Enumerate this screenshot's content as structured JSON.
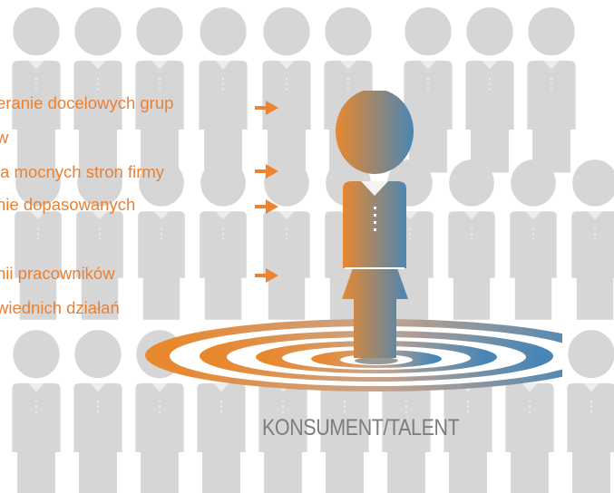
{
  "colors": {
    "crowd": "#d6d6d7",
    "crowd_line": "#ececec",
    "text_orange": "#e98133",
    "arrow_orange": "#ee8330",
    "hero_orange": "#e8882e",
    "hero_blue": "#4a86b5",
    "caption": "#7d7d7d",
    "white": "#ffffff"
  },
  "list": [
    "eranie docelowych grup",
    "w",
    "ja mocnych stron firmy",
    "nie dopasowanych",
    "nii pracowników",
    "wiednich działań"
  ],
  "arrows": [
    "arrow-right-icon",
    "arrow-right-icon",
    "arrow-right-icon",
    "arrow-right-icon"
  ],
  "caption": "KONSUMENT/TALENT"
}
